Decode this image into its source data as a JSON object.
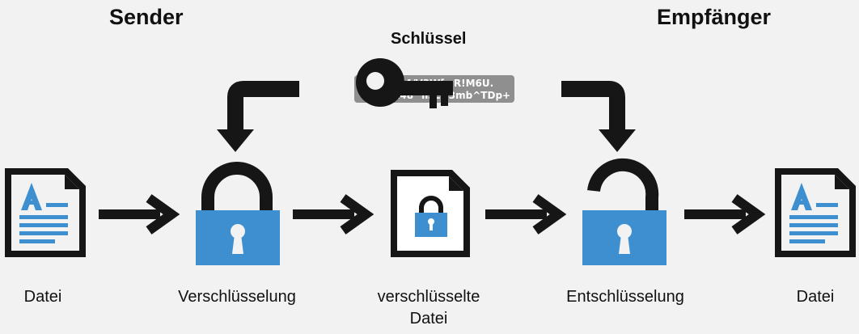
{
  "sender_heading": "Sender",
  "receiver_heading": "Empfänger",
  "key_heading": "Schlüssel",
  "key_code": {
    "line1": "2#…erX4/V3W[wR!M6U.",
    "line2": "ow…0x48^lisE>3mb^TDp+"
  },
  "labels": {
    "file_left": "Datei",
    "encryption": "Verschlüsselung",
    "encrypted_file_line1": "verschlüsselte",
    "encrypted_file_line2": "Datei",
    "decryption": "Entschlüsselung",
    "file_right": "Datei"
  },
  "colors": {
    "accent_blue": "#3d8fd0",
    "dark": "#161616",
    "background": "#f2f2f2",
    "key_box": "#8f8f8f"
  },
  "icons": [
    "document-icon",
    "arrow-right-icon",
    "padlock-closed-icon",
    "encrypted-document-icon",
    "padlock-open-icon",
    "key-icon",
    "arrow-bent-down-icon"
  ]
}
